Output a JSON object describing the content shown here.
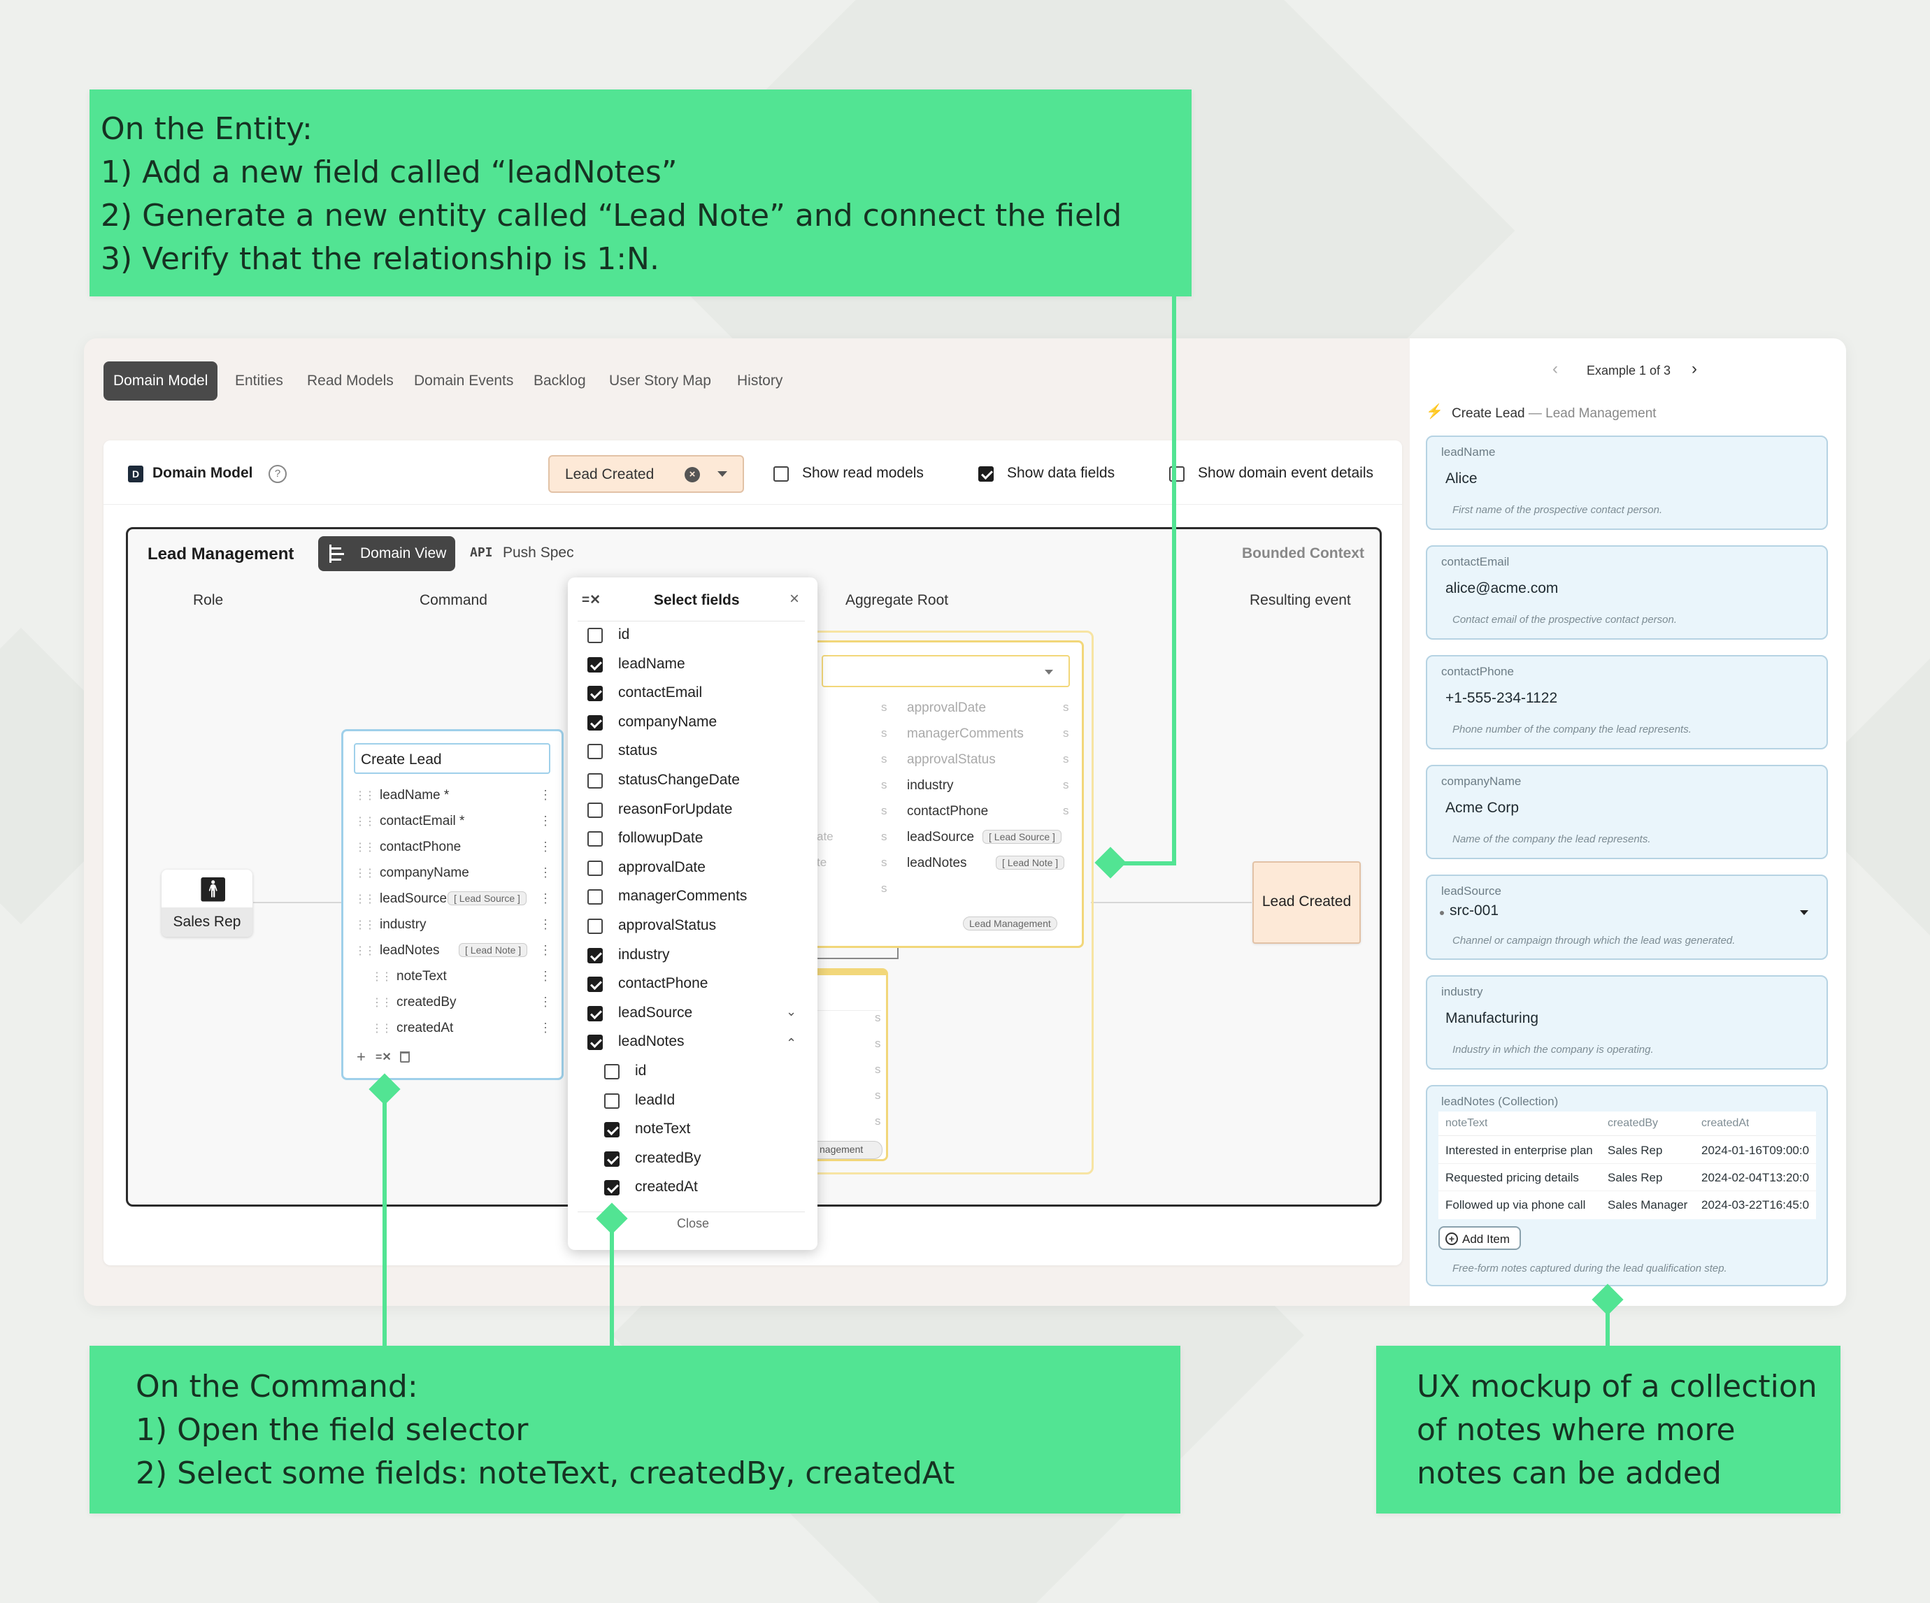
{
  "callouts": {
    "entity": {
      "line1": "On the Entity:",
      "line2": "1) Add a new field called “leadNotes”",
      "line3": "2) Generate a new entity called “Lead Note” and connect the field",
      "line4": "3) Verify that the relationship is 1:N."
    },
    "command": {
      "line1": "On the Command:",
      "line2": "1) Open the field selector",
      "line3": "2) Select some fields: noteText, createdBy, createdAt"
    },
    "ux": {
      "line1": "UX mockup of a collection",
      "line2": "of notes where more",
      "line3": "notes can be added"
    }
  },
  "nav": {
    "tabs": [
      "Domain Model",
      "Entities",
      "Read Models",
      "Domain Events",
      "Backlog",
      "User Story Map",
      "History"
    ],
    "active": "Domain Model"
  },
  "toolbar": {
    "badge": "D",
    "title": "Domain Model",
    "event_filter": "Lead Created",
    "show_read_models": "Show read models",
    "show_data_fields": "Show data fields",
    "show_event_details": "Show domain event details",
    "show_read_models_checked": false,
    "show_data_fields_checked": true,
    "show_event_details_checked": false
  },
  "canvas": {
    "context_title": "Lead Management",
    "domain_view": "Domain View",
    "api_label": "API",
    "push_spec": "Push Spec",
    "bounded_context": "Bounded Context",
    "columns": {
      "role": "Role",
      "command": "Command",
      "aggregate": "Aggregate Root",
      "event": "Resulting event"
    },
    "role_node": "Sales Rep",
    "command_node": {
      "title": "Create Lead",
      "fields": [
        "leadName *",
        "contactEmail *",
        "contactPhone",
        "companyName",
        "leadSource",
        "industry",
        "leadNotes",
        "noteText",
        "createdBy",
        "createdAt"
      ],
      "lead_source_tag": "[ Lead Source ]",
      "lead_note_tag": "[ Lead Note ]"
    },
    "aggregate_node": {
      "fields": [
        "approvalDate",
        "managerComments",
        "approvalStatus",
        "industry",
        "contactPhone",
        "leadSource",
        "leadNotes"
      ],
      "type_marker": "s",
      "partial_left_1": "ate",
      "partial_left_2": "te",
      "lead_source_tag": "[ Lead Source ]",
      "lead_note_tag": "[ Lead Note ]",
      "context_tag": "Lead Management",
      "sub_context_tag": "nagement"
    },
    "event_node": "Lead Created"
  },
  "field_selector": {
    "title": "Select fields",
    "close": "Close",
    "fields": [
      {
        "label": "id",
        "checked": false
      },
      {
        "label": "leadName",
        "checked": true
      },
      {
        "label": "contactEmail",
        "checked": true
      },
      {
        "label": "companyName",
        "checked": true
      },
      {
        "label": "status",
        "checked": false
      },
      {
        "label": "statusChangeDate",
        "checked": false
      },
      {
        "label": "reasonForUpdate",
        "checked": false
      },
      {
        "label": "followupDate",
        "checked": false
      },
      {
        "label": "approvalDate",
        "checked": false
      },
      {
        "label": "managerComments",
        "checked": false
      },
      {
        "label": "approvalStatus",
        "checked": false
      },
      {
        "label": "industry",
        "checked": true
      },
      {
        "label": "contactPhone",
        "checked": true
      },
      {
        "label": "leadSource",
        "checked": true
      },
      {
        "label": "leadNotes",
        "checked": true
      }
    ],
    "sub_fields": [
      {
        "label": "id",
        "checked": false
      },
      {
        "label": "leadId",
        "checked": false
      },
      {
        "label": "noteText",
        "checked": true
      },
      {
        "label": "createdBy",
        "checked": true
      },
      {
        "label": "createdAt",
        "checked": true
      }
    ]
  },
  "example_panel": {
    "pager": "Example 1 of 3",
    "heading": "Create Lead",
    "heading_context": "— Lead Management",
    "cards": [
      {
        "label": "leadName",
        "value": "Alice",
        "hint": "First name of the prospective contact person."
      },
      {
        "label": "contactEmail",
        "value": "alice@acme.com",
        "hint": "Contact email of the prospective contact person."
      },
      {
        "label": "contactPhone",
        "value": "+1-555-234-1122",
        "hint": "Phone number of the company the lead represents."
      },
      {
        "label": "companyName",
        "value": "Acme Corp",
        "hint": "Name of the company the lead represents."
      },
      {
        "label": "leadSource",
        "value": "src-001",
        "hint": "Channel or campaign through which the lead was generated."
      },
      {
        "label": "industry",
        "value": "Manufacturing",
        "hint": "Industry in which the company is operating."
      }
    ],
    "collection": {
      "label": "leadNotes (Collection)",
      "columns": [
        "noteText",
        "createdBy",
        "createdAt"
      ],
      "rows": [
        [
          "Interested in enterprise plan",
          "Sales Rep",
          "2024-01-16T09:00:0"
        ],
        [
          "Requested pricing details",
          "Sales Rep",
          "2024-02-04T13:20:0"
        ],
        [
          "Followed up via phone call",
          "Sales Manager",
          "2024-03-22T16:45:0"
        ]
      ],
      "add_item": "Add Item",
      "hint": "Free-form notes captured during the lead qualification step."
    }
  },
  "colors": {
    "callout": "#52e493",
    "card_bg": "#eaf5fb",
    "event_bg": "#fde9d7",
    "aggregate_border": "#f2d77a",
    "command_border": "#9fd0ea"
  }
}
